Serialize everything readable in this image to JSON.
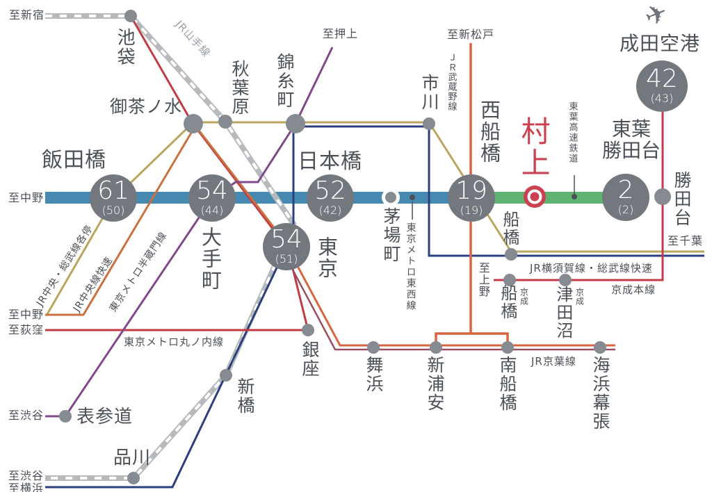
{
  "colors": {
    "tozai_blue": "#4689b1",
    "toyo_green": "#60b471",
    "circle_gray": "#73787f",
    "dot_gray": "#858b91",
    "yamanote_gray": "#b7babd",
    "text_dark": "#4b5056",
    "text_gray": "#9aa0a6",
    "keisei_red": "#c23c4a",
    "murakami_red": "#cc4150",
    "marunouchi_red": "#c23b44",
    "chuo_orange": "#c9713f",
    "sobu_olive": "#b9a55e",
    "navy": "#2b3f7e",
    "hanzomon_purple": "#81498c",
    "musashino_orange": "#da6440",
    "keiyo_maroon": "#9a4f60"
  },
  "stations": {
    "ikebukuro": "池袋",
    "ochanomizu": "御茶ノ水",
    "akihabara": "秋葉原",
    "kinshicho": "錦糸町",
    "ichikawa": "市川",
    "iidabashi": "飯田橋",
    "nihombashi": "日本橋",
    "otemachi": "大手町",
    "tokyo": "東京",
    "kayabacho": "茅場町",
    "nishi_funabashi": "西船橋",
    "murakami": "村上",
    "toyo_katsutadai_line1": "東葉",
    "toyo_katsutadai_line2": "勝田台",
    "narita_airport": "成田空港",
    "katsutadai": "勝田台",
    "ginza": "銀座",
    "shimbashi": "新橋",
    "shinagawa": "品川",
    "omotesando": "表参道",
    "maihama": "舞浜",
    "shin_urayasu": "新浦安",
    "minami_funabashi": "南船橋",
    "kaihimmakuhari": "海浜幕張",
    "funabashi_jr": "船橋",
    "funabashi_keisei": "船橋",
    "tsudanuma_keisei": "津田沼"
  },
  "times": {
    "iidabashi": {
      "main": "61",
      "sub": "(50)"
    },
    "otemachi": {
      "main": "54",
      "sub": "(44)"
    },
    "nihombashi": {
      "main": "52",
      "sub": "(42)"
    },
    "tokyo": {
      "main": "54",
      "sub": "(51)"
    },
    "nishi_funabashi": {
      "main": "19",
      "sub": "(19)"
    },
    "toyo_katsutadai": {
      "main": "2",
      "sub": "(2)"
    },
    "narita_airport": {
      "main": "42",
      "sub": "(43)"
    }
  },
  "lines": {
    "yamanote": "JR山手線",
    "chuo_sobu_local": "JR中央・総武線各停",
    "chuo_rapid": "JR中央線快速",
    "hanzomon": "東京メトロ半蔵門線",
    "marunouchi": "東京メトロ丸ノ内線",
    "tozai": "東京メトロ東西線",
    "musashino": "ＪＲ武蔵野線",
    "toyo_rapid": "東葉高速鉄道",
    "yokosuka_sobu_rapid": "JR横須賀線・総武線快速",
    "keisei_main": "京成本線",
    "keiyo": "JR京葉線",
    "keisei_prefix": "京成"
  },
  "edges": {
    "shinjuku": "至新宿",
    "nakano": "至中野",
    "ogikubo": "至荻窪",
    "shibuya": "至渋谷",
    "yokohama": "至横浜",
    "oshiage": "至押上",
    "shimmatsudo": "至新松戸",
    "chiba": "至千葉",
    "ueno": "至上野"
  },
  "icons": {
    "airplane": "✈"
  }
}
